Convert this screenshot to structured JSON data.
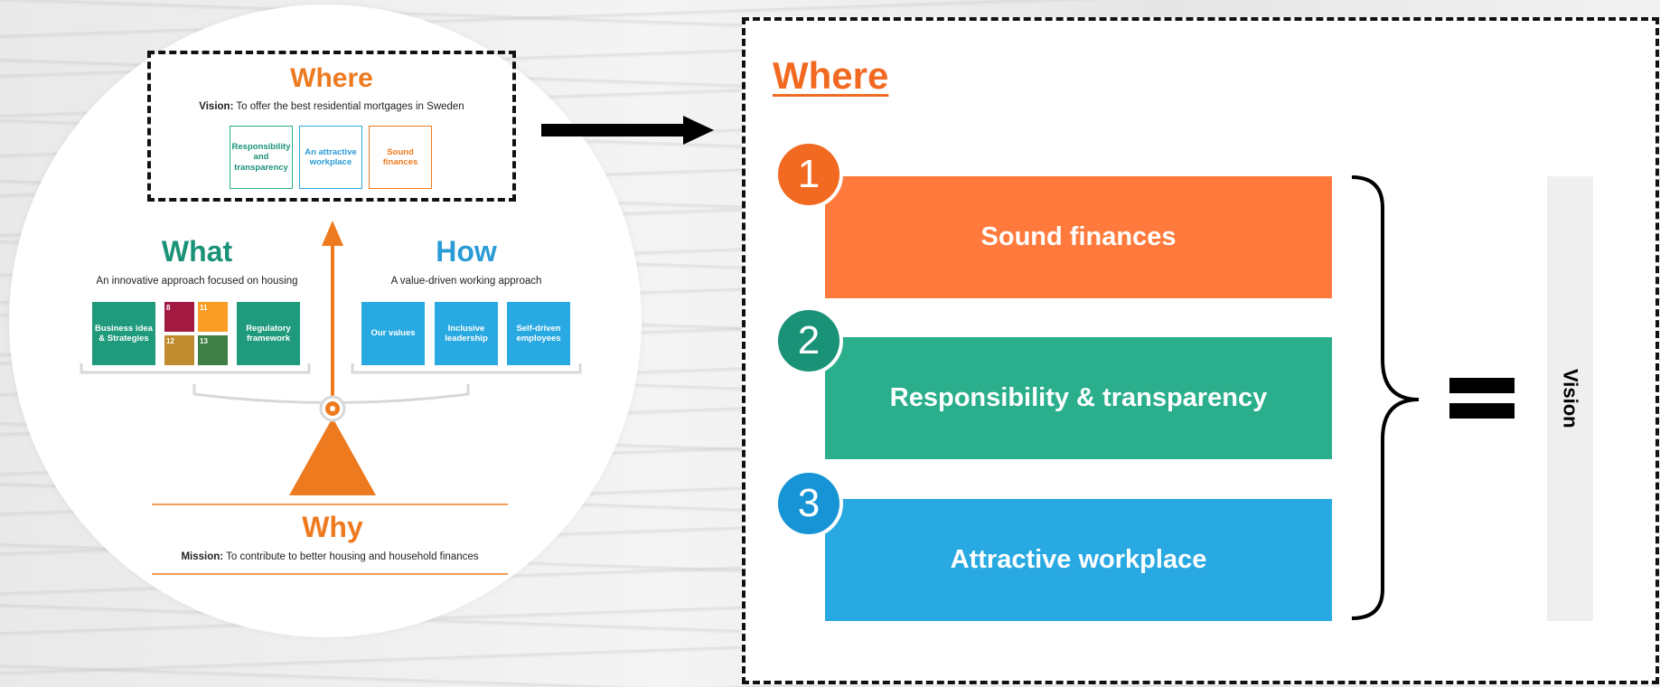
{
  "left": {
    "where": {
      "title": "Where",
      "vision_label": "Vision:",
      "vision_text": "To offer the best residential mortgages in Sweden",
      "tiles": [
        "Responsibility and transparency",
        "An attractive workplace",
        "Sound finances"
      ]
    },
    "what": {
      "title": "What",
      "subtitle": "An innovative approach focused on housing",
      "tile_business": "Business idea & Strategies",
      "tile_regulatory": "Regulatory framework",
      "sdg_numbers": [
        "8",
        "11",
        "12",
        "13"
      ]
    },
    "how": {
      "title": "How",
      "subtitle": "A value-driven working approach",
      "tiles": [
        "Our values",
        "Inclusive leadership",
        "Self-driven employees"
      ]
    },
    "why": {
      "title": "Why",
      "mission_label": "Mission:",
      "mission_text": "To contribute to better housing and household finances"
    }
  },
  "right": {
    "title": "Where",
    "items": [
      {
        "number": "1",
        "label": "Sound finances"
      },
      {
        "number": "2",
        "label": "Responsibility & transparency"
      },
      {
        "number": "3",
        "label": "Attractive workplace"
      }
    ],
    "vision_label": "Vision"
  },
  "colors": {
    "orange": "#ff7a3c",
    "green": "#2aae8c",
    "blue": "#29a9e1",
    "dark_orange": "#ee7a1f",
    "dark_green": "#1a9278",
    "title_orange": "#f26a21",
    "how_blue": "#2a9bd6"
  }
}
